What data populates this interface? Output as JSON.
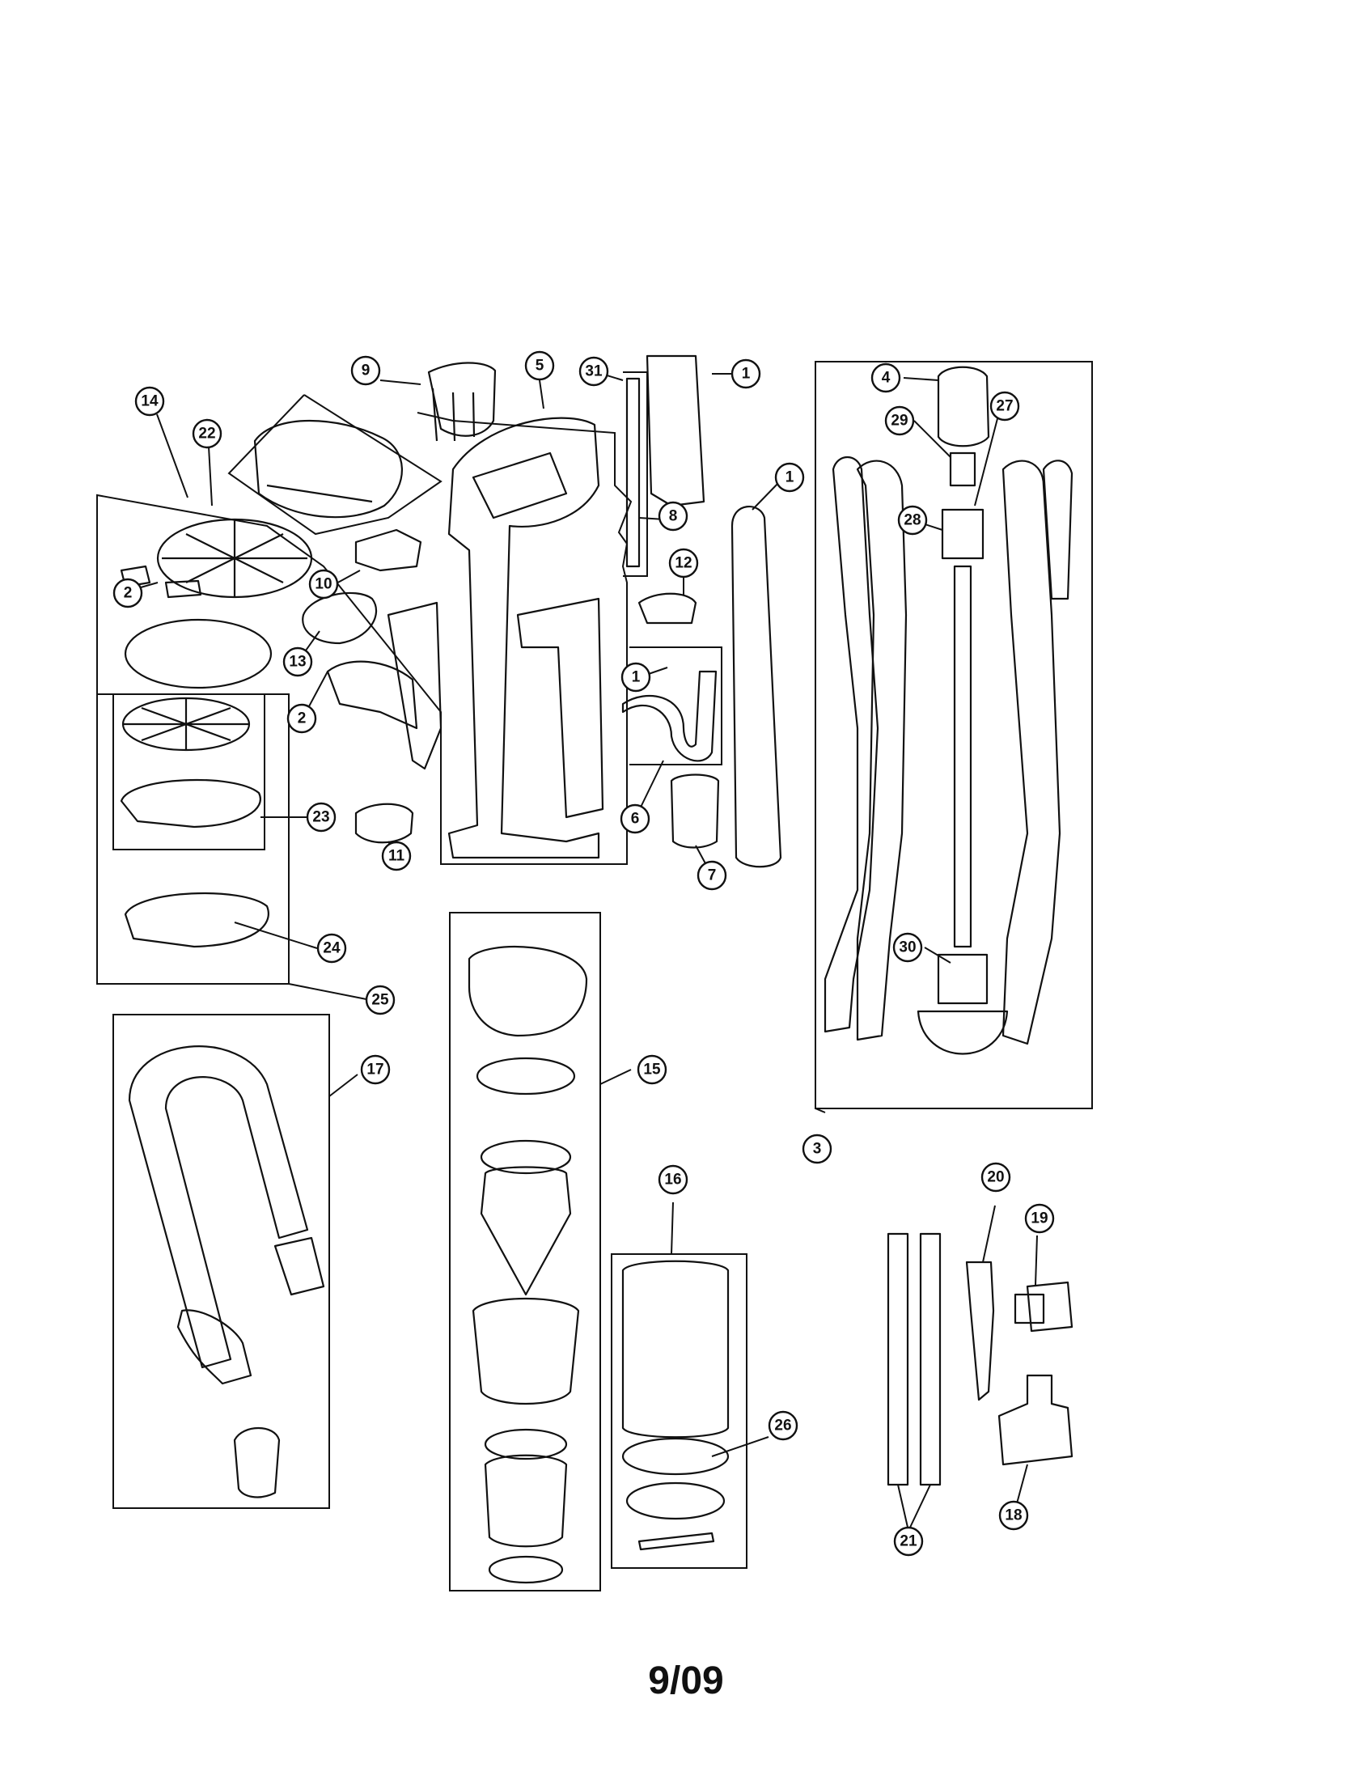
{
  "page_code": "9/09",
  "callouts": [
    {
      "id": "c14",
      "label": "14"
    },
    {
      "id": "c22",
      "label": "22"
    },
    {
      "id": "c9",
      "label": "9"
    },
    {
      "id": "c5",
      "label": "5"
    },
    {
      "id": "c31",
      "label": "31"
    },
    {
      "id": "c1a",
      "label": "1"
    },
    {
      "id": "c1b",
      "label": "1"
    },
    {
      "id": "c8",
      "label": "8"
    },
    {
      "id": "c12",
      "label": "12"
    },
    {
      "id": "c1c",
      "label": "1"
    },
    {
      "id": "c2a",
      "label": "2"
    },
    {
      "id": "c10",
      "label": "10"
    },
    {
      "id": "c13",
      "label": "13"
    },
    {
      "id": "c2b",
      "label": "2"
    },
    {
      "id": "c23",
      "label": "23"
    },
    {
      "id": "c11",
      "label": "11"
    },
    {
      "id": "c6",
      "label": "6"
    },
    {
      "id": "c7",
      "label": "7"
    },
    {
      "id": "c24",
      "label": "24"
    },
    {
      "id": "c25",
      "label": "25"
    },
    {
      "id": "c17",
      "label": "17"
    },
    {
      "id": "c15",
      "label": "15"
    },
    {
      "id": "c16",
      "label": "16"
    },
    {
      "id": "c26",
      "label": "26"
    },
    {
      "id": "c4",
      "label": "4"
    },
    {
      "id": "c29",
      "label": "29"
    },
    {
      "id": "c27",
      "label": "27"
    },
    {
      "id": "c28",
      "label": "28"
    },
    {
      "id": "c30",
      "label": "30"
    },
    {
      "id": "c3",
      "label": "3"
    },
    {
      "id": "c20",
      "label": "20"
    },
    {
      "id": "c19",
      "label": "19"
    },
    {
      "id": "c21",
      "label": "21"
    },
    {
      "id": "c18",
      "label": "18"
    }
  ]
}
